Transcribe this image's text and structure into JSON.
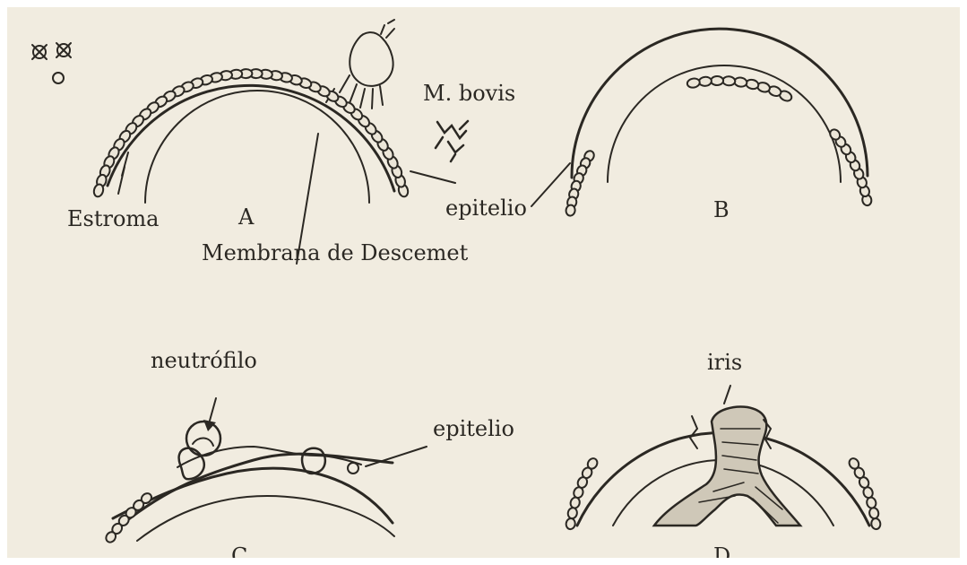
{
  "colors": {
    "ink": "#2b2823",
    "paper": "#f1ece0",
    "cell": "#ece6d8"
  },
  "labels": {
    "m_bovis": "M. bovis",
    "estroma": "Estroma",
    "panel_a": "A",
    "epitelio_top": "epitelio",
    "panel_b": "B",
    "membrana": "Membrana de Descemet",
    "neutrofilo": "neutrófilo",
    "epitelio_bottom": "epitelio",
    "iris": "iris",
    "panel_c": "C",
    "panel_d": "D"
  }
}
